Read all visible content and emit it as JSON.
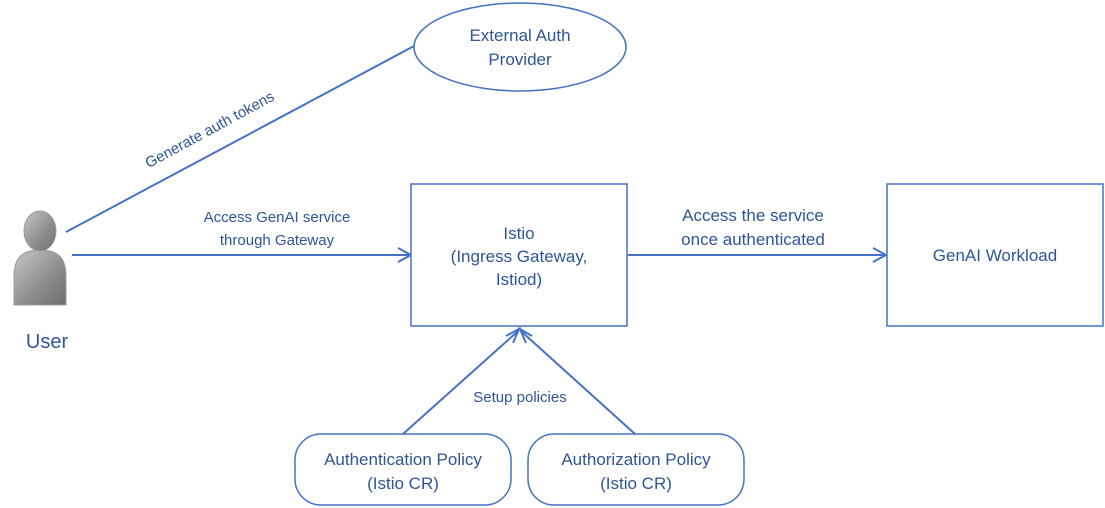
{
  "colors": {
    "line": "#4472c4",
    "text": "#2f5597",
    "user_fill": "#7f7f7f",
    "user_fill_light": "#b7b7b7"
  },
  "nodes": {
    "user": {
      "label": "User",
      "icon": "person-icon"
    },
    "external_auth": {
      "line1": "External Auth",
      "line2": "Provider"
    },
    "istio": {
      "line1": "Istio",
      "line2": "(Ingress Gateway,",
      "line3": "Istiod)"
    },
    "genai": {
      "label": "GenAI Workload"
    },
    "authn_policy": {
      "line1": "Authentication Policy",
      "line2": "(Istio CR)"
    },
    "authz_policy": {
      "line1": "Authorization Policy",
      "line2": "(Istio CR)"
    }
  },
  "edges": {
    "generate_tokens": "Generate auth tokens",
    "access_gateway": {
      "line1": "Access GenAI service",
      "line2": "through Gateway"
    },
    "access_service": {
      "line1": "Access the service",
      "line2": "once authenticated"
    },
    "setup_policies": "Setup policies"
  }
}
